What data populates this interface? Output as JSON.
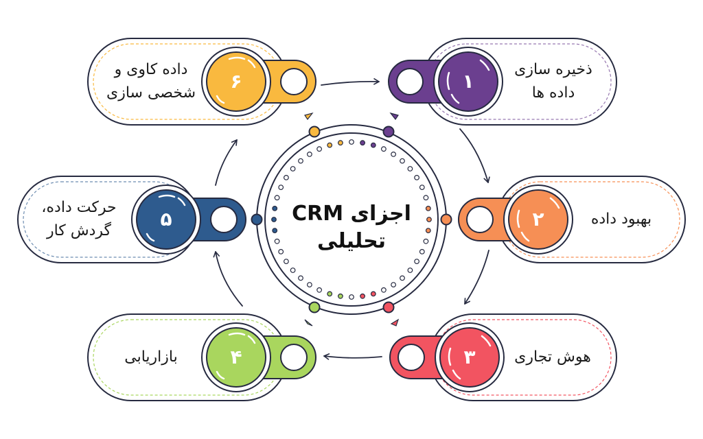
{
  "title": {
    "line1": "اجزای CRM",
    "line2": "تحلیلی"
  },
  "colors": {
    "outline": "#262a40",
    "purple": "#6b3f8f",
    "orange": "#f68f55",
    "red": "#f25461",
    "green": "#a9d65e",
    "blue": "#2e5b8e",
    "yellow": "#f9b93f"
  },
  "steps": [
    {
      "number": "۱",
      "line1": "ذخیره سازی",
      "line2": "داده ها",
      "color": "#6b3f8f"
    },
    {
      "number": "۲",
      "line1": "بهبود داده",
      "line2": "",
      "color": "#f68f55"
    },
    {
      "number": "۳",
      "line1": "هوش تجاری",
      "line2": "",
      "color": "#f25461"
    },
    {
      "number": "۴",
      "line1": "بازاریابی",
      "line2": "",
      "color": "#a9d65e"
    },
    {
      "number": "۵",
      "line1": "حرکت داده،",
      "line2": "گردش کار",
      "color": "#2e5b8e"
    },
    {
      "number": "۶",
      "line1": "داده کاوی و",
      "line2": "شخصی سازی",
      "color": "#f9b93f"
    }
  ]
}
